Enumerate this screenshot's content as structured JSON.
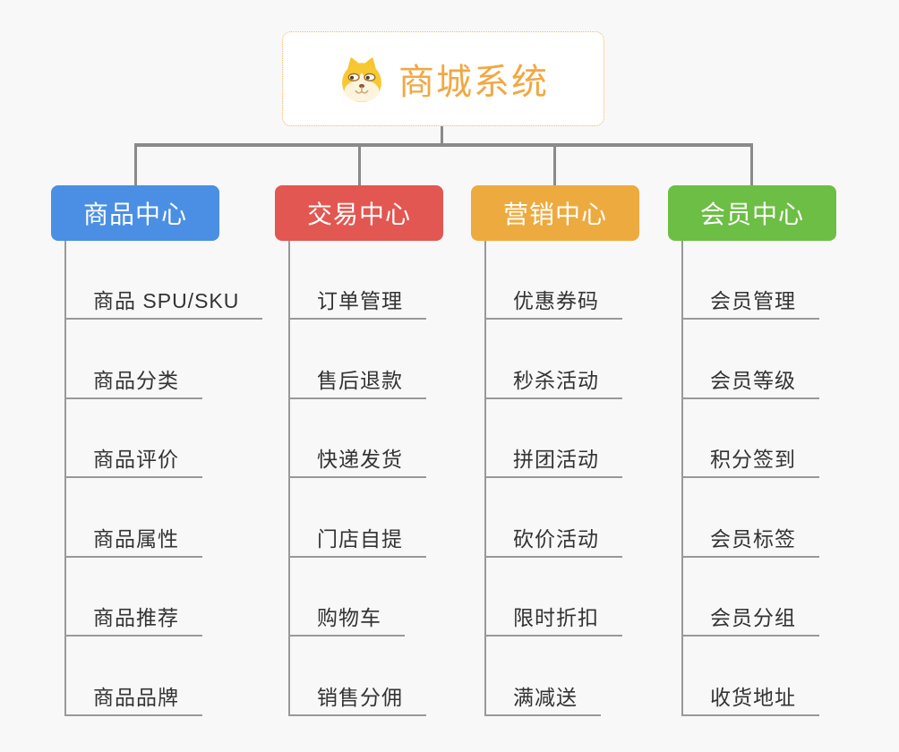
{
  "root": {
    "title": "商城系统",
    "icon": "dog-face-icon",
    "text_color": "#f1a843",
    "border_color": "#f0b55e",
    "background": "#ffffff"
  },
  "colors": {
    "canvas_background": "#f8f8f8",
    "connector": "#8a8a8a",
    "leaf_line": "#999999",
    "leaf_text": "#333333"
  },
  "branches": [
    {
      "key": "product-center",
      "label": "商品中心",
      "color": "#4a8fe4",
      "children": [
        "商品 SPU/SKU",
        "商品分类",
        "商品评价",
        "商品属性",
        "商品推荐",
        "商品品牌"
      ]
    },
    {
      "key": "trade-center",
      "label": "交易中心",
      "color": "#e25751",
      "children": [
        "订单管理",
        "售后退款",
        "快递发货",
        "门店自提",
        "购物车",
        "销售分佣"
      ]
    },
    {
      "key": "marketing-center",
      "label": "营销中心",
      "color": "#edaa3e",
      "children": [
        "优惠券码",
        "秒杀活动",
        "拼团活动",
        "砍价活动",
        "限时折扣",
        "满减送"
      ]
    },
    {
      "key": "member-center",
      "label": "会员中心",
      "color": "#6dbe45",
      "children": [
        "会员管理",
        "会员等级",
        "积分签到",
        "会员标签",
        "会员分组",
        "收货地址"
      ]
    }
  ]
}
